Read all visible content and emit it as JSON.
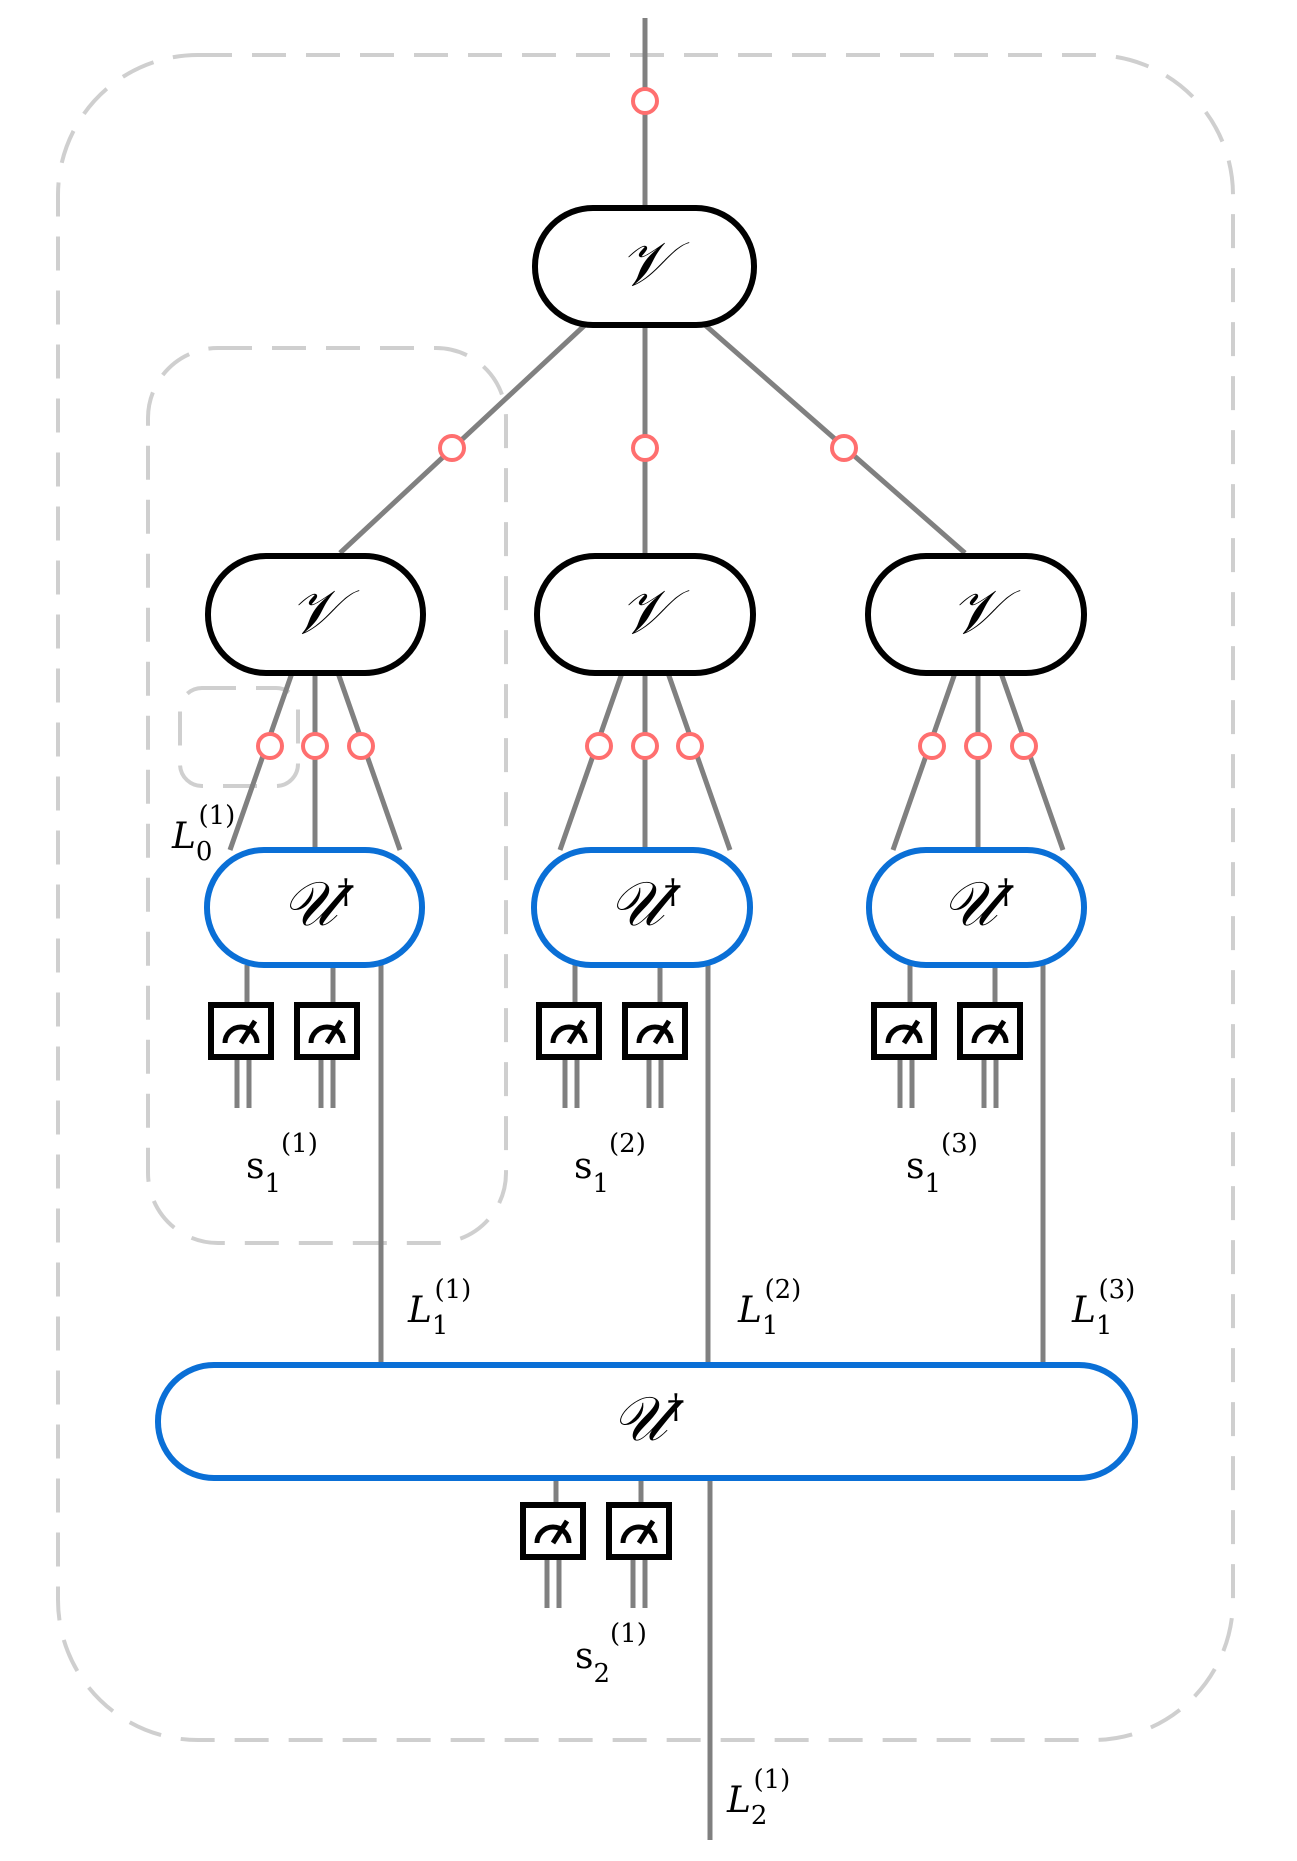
{
  "gates": {
    "isometry_symbol": "𝒱",
    "unitary_symbol": "𝒰",
    "dagger": "†"
  },
  "labels": {
    "L0_1": {
      "base": "L",
      "sub": "0",
      "sup": "(1)"
    },
    "L1_1": {
      "base": "L",
      "sub": "1",
      "sup": "(1)"
    },
    "L1_2": {
      "base": "L",
      "sub": "1",
      "sup": "(2)"
    },
    "L1_3": {
      "base": "L",
      "sub": "1",
      "sup": "(3)"
    },
    "L2_1": {
      "base": "L",
      "sub": "2",
      "sup": "(1)"
    },
    "s1_1": {
      "base": "s",
      "sub": "1",
      "sup": "(1)"
    },
    "s1_2": {
      "base": "s",
      "sub": "1",
      "sup": "(2)"
    },
    "s1_3": {
      "base": "s",
      "sub": "1",
      "sup": "(3)"
    },
    "s2_1": {
      "base": "s",
      "sub": "2",
      "sup": "(1)"
    }
  },
  "colors": {
    "wire": "#808080",
    "node": "#ff6f6f",
    "isometry_border": "#000000",
    "unitary_border": "#0a6fd6",
    "dashed_region": "#cfcfcf"
  }
}
